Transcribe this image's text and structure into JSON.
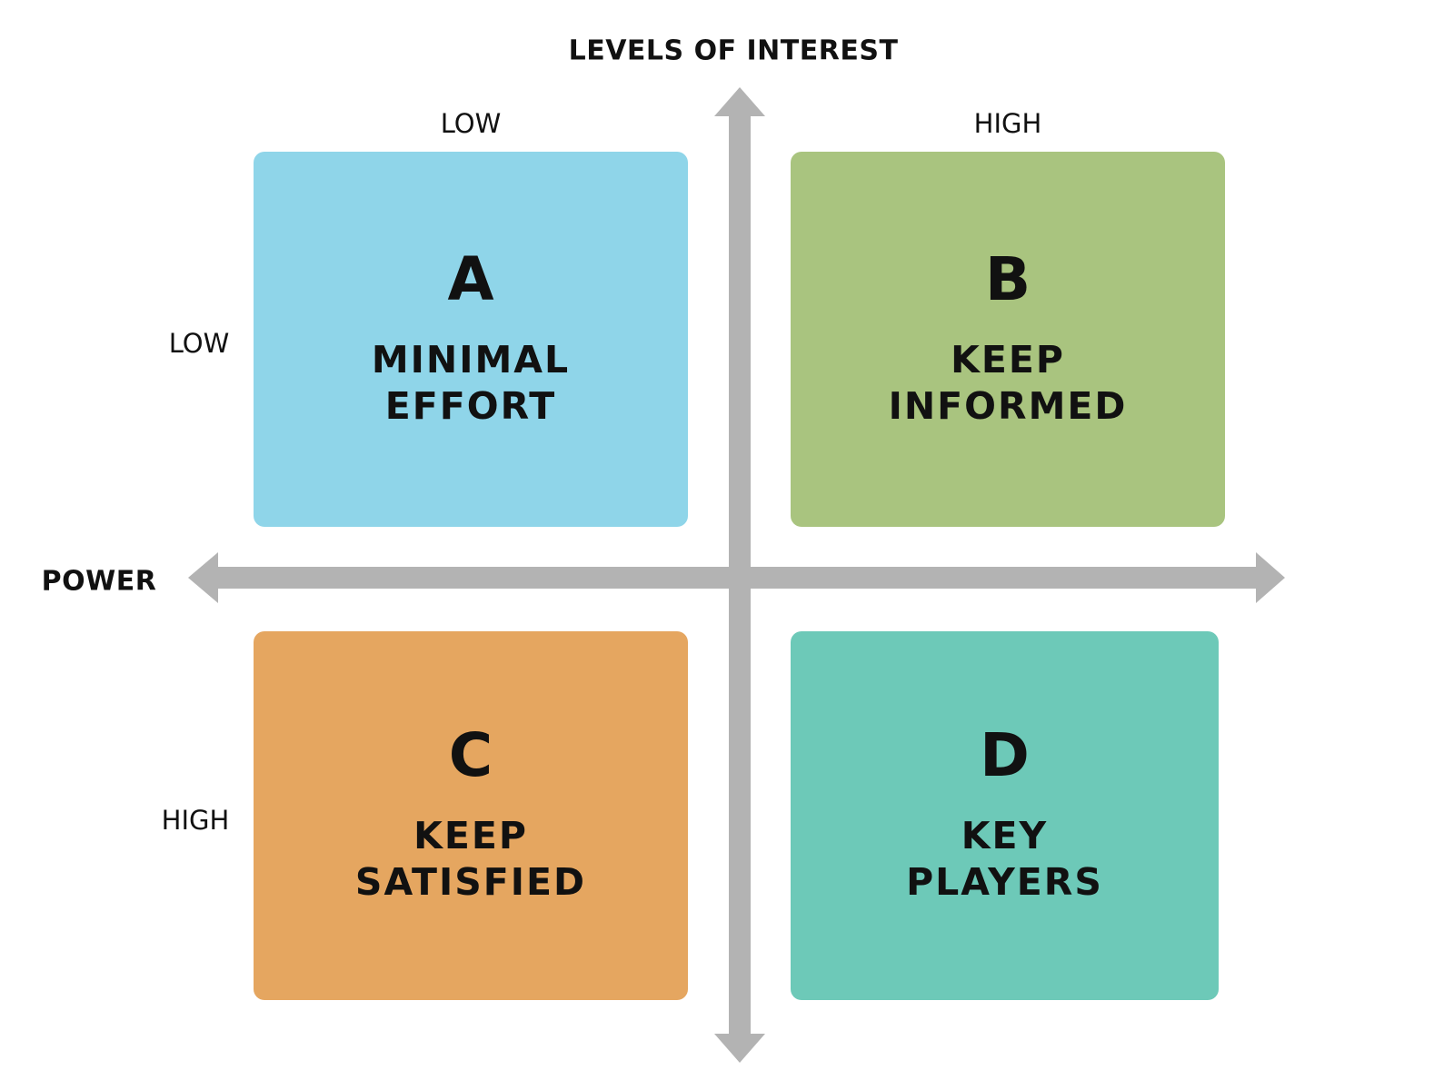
{
  "title": "LEVELS OF INTEREST",
  "x_axis": {
    "low": "LOW",
    "high": "HIGH"
  },
  "y_axis": {
    "title": "POWER",
    "low": "LOW",
    "high": "HIGH"
  },
  "quadrants": [
    {
      "letter": "A",
      "line1": "MINIMAL",
      "line2": "EFFORT",
      "color": "#8fd5e9"
    },
    {
      "letter": "B",
      "line1": "KEEP",
      "line2": "INFORMED",
      "color": "#a9c47f"
    },
    {
      "letter": "C",
      "line1": "KEEP",
      "line2": "SATISFIED",
      "color": "#e5a660"
    },
    {
      "letter": "D",
      "line1": "KEY",
      "line2": "PLAYERS",
      "color": "#6dc9b8"
    }
  ],
  "arrow_color": "#b3b3b3"
}
